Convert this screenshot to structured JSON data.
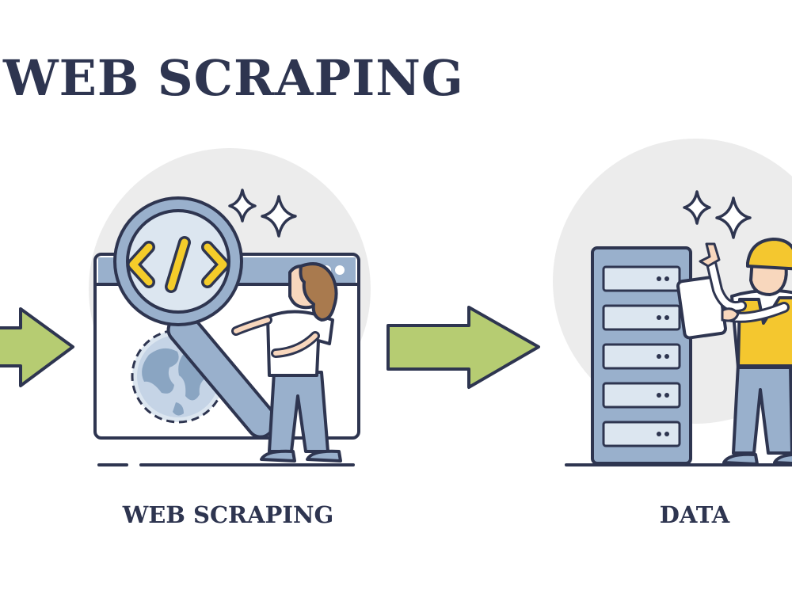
{
  "title": "WEB SCRAPING",
  "steps": [
    {
      "label": "WEB SCRAPING",
      "icon": "magnifier-code-browser-icon"
    },
    {
      "label": "DATA",
      "icon": "server-rack-icon"
    }
  ],
  "colors": {
    "ink": "#2e3550",
    "arrow_green": "#b6cc72",
    "circle_bg": "#ececec",
    "panel_blue": "#99b0cc",
    "code_yellow": "#f4cc2a",
    "hair_brown": "#a97a4e",
    "skin": "#f8d7bd",
    "vest_yellow": "#f4c72f"
  }
}
